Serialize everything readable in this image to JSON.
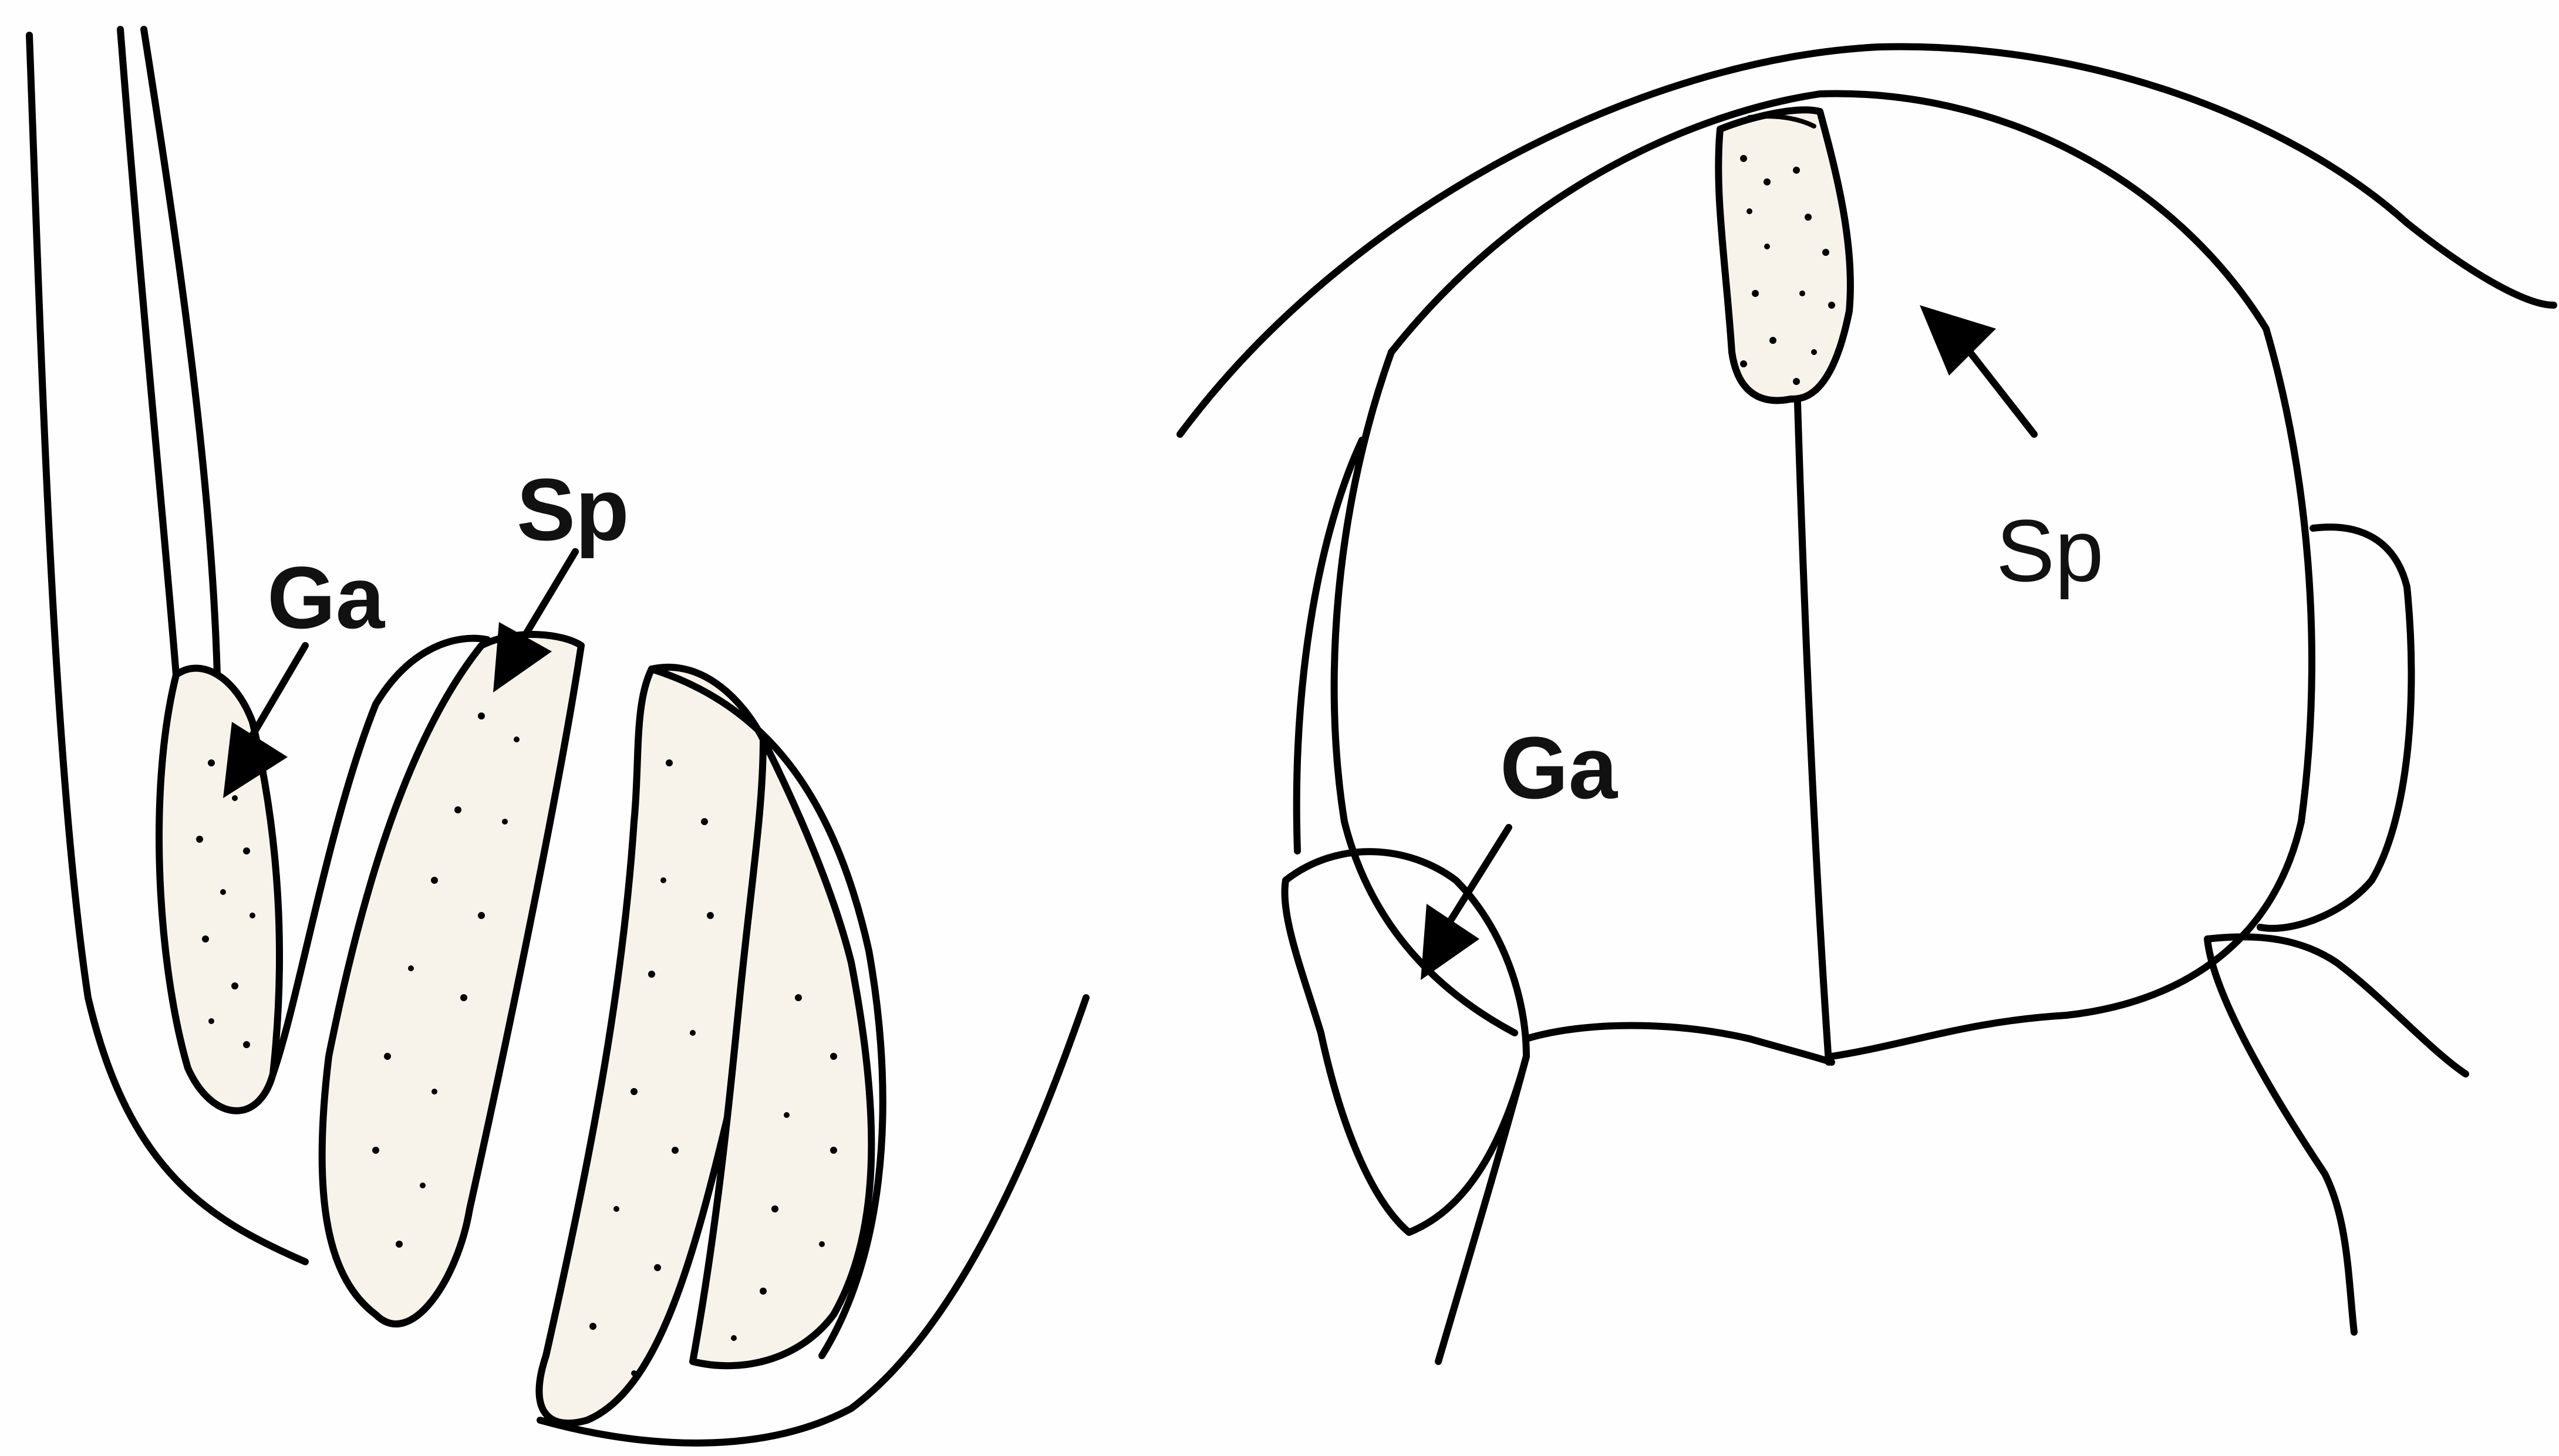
{
  "figure": {
    "panels": [
      {
        "id": "left",
        "labels": [
          {
            "key": "ga",
            "text": "Ga",
            "weight": "bold"
          },
          {
            "key": "sp",
            "text": "Sp",
            "weight": "bold"
          }
        ]
      },
      {
        "id": "right",
        "labels": [
          {
            "key": "ga",
            "text": "Ga",
            "weight": "bold"
          },
          {
            "key": "sp",
            "text": "Sp",
            "weight": "regular"
          }
        ]
      }
    ],
    "colors": {
      "line": "#000000",
      "stipple_fill": "#f7f3ea",
      "background": "#fefefe"
    }
  }
}
